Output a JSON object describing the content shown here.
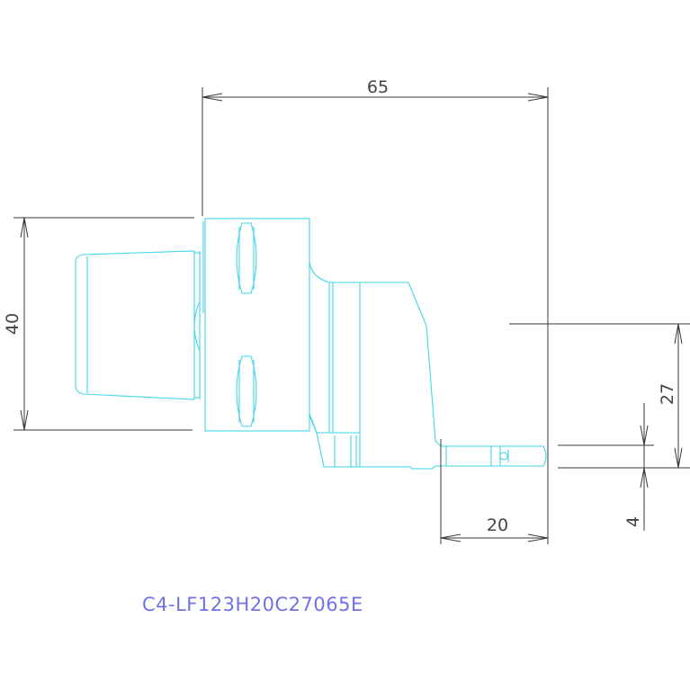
{
  "drawing": {
    "part_code": "C4-LF123H20C27065E",
    "dimensions": {
      "overall_length": "65",
      "height": "40",
      "center_height": "27",
      "cutting_width": "20",
      "edge_offset": "4"
    },
    "colors": {
      "outline": "#3fd7e8",
      "dimension": "#3a3a3a",
      "dimension_text": "#444444",
      "part_code": "#6f72e6",
      "background": "#ffffff"
    }
  }
}
